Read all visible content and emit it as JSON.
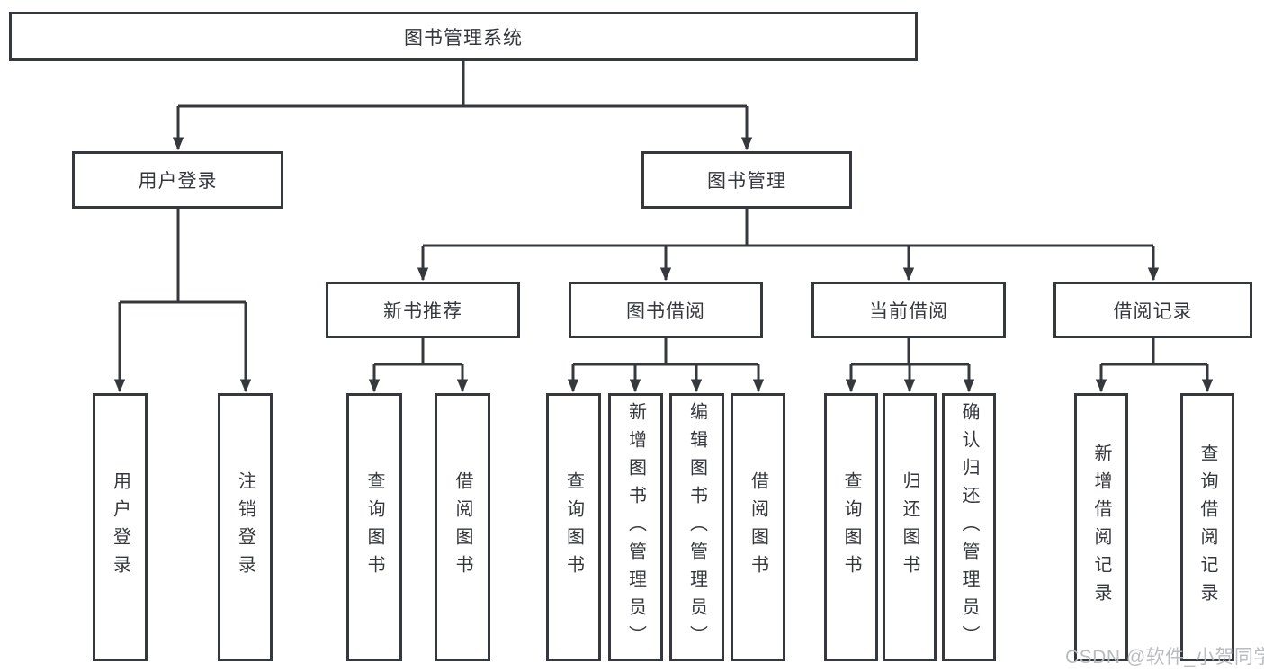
{
  "colors": {
    "line": "#35383d",
    "box_fill": "#ffffff",
    "text": "#34373c",
    "watermark": "#b5b9bd"
  },
  "watermark": {
    "text": "CSDN @软件_小贺同学"
  },
  "tree": {
    "label": "图书管理系统",
    "children": [
      {
        "label": "用户登录",
        "children": [
          {
            "label": "用户登录"
          },
          {
            "label": "注销登录"
          }
        ]
      },
      {
        "label": "图书管理",
        "children": [
          {
            "label": "新书推荐",
            "children": [
              {
                "label": "查询图书"
              },
              {
                "label": "借阅图书"
              }
            ]
          },
          {
            "label": "图书借阅",
            "children": [
              {
                "label": "查询图书"
              },
              {
                "label": "新增图书（管理员）"
              },
              {
                "label": "编辑图书（管理员）"
              },
              {
                "label": "借阅图书"
              }
            ]
          },
          {
            "label": "当前借阅",
            "children": [
              {
                "label": "查询图书"
              },
              {
                "label": "归还图书"
              },
              {
                "label": "确认归还（管理员）"
              }
            ]
          },
          {
            "label": "借阅记录",
            "children": [
              {
                "label": "新增借阅记录"
              },
              {
                "label": "查询借阅记录"
              }
            ]
          }
        ]
      }
    ]
  }
}
